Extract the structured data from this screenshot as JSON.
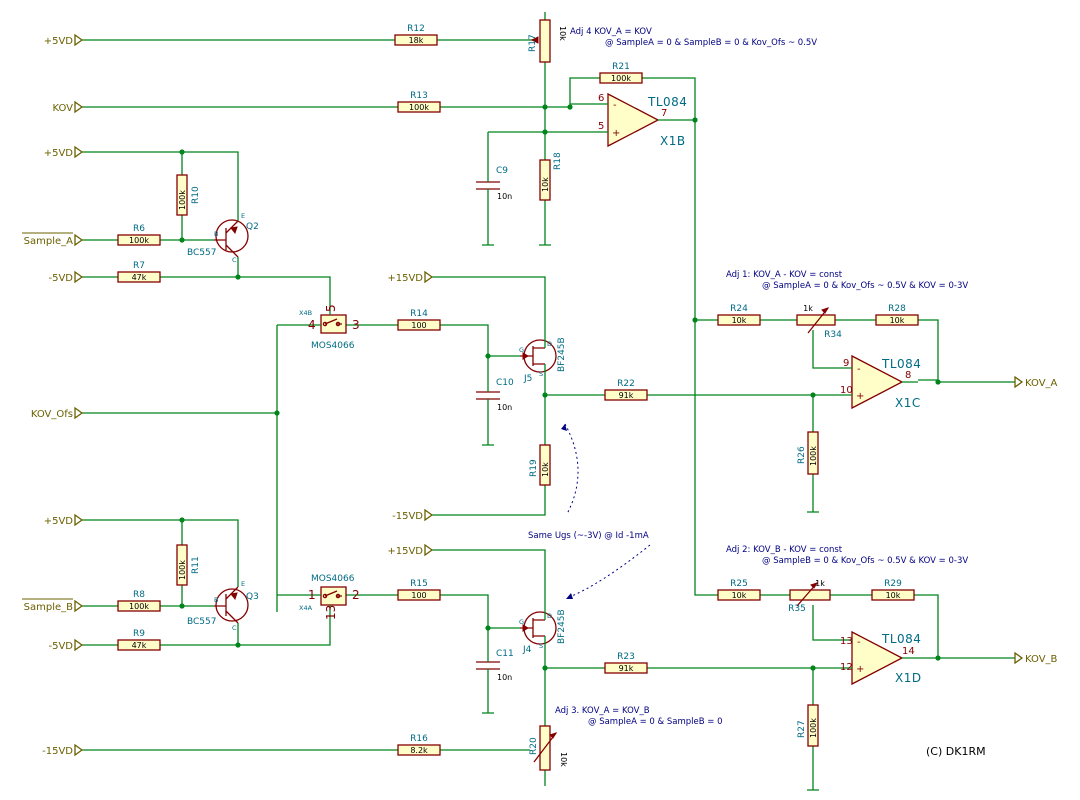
{
  "nets": {
    "p5v_1": "+5VD",
    "kov": "KOV",
    "p5v_2": "+5VD",
    "sample_a": "Sample_A",
    "m5v_1": "-5VD",
    "p15v_1": "+15VD",
    "kov_ofs": "KOV_Ofs",
    "m15v_1": "-15VD",
    "p5v_3": "+5VD",
    "p15v_2": "+15VD",
    "sample_b": "Sample_B",
    "m5v_2": "-5VD",
    "m15v_2": "-15VD",
    "kov_a_out": "KOV_A",
    "kov_b_out": "KOV_B"
  },
  "resistors": {
    "r12": {
      "ref": "R12",
      "value": "18k"
    },
    "r13": {
      "ref": "R13",
      "value": "100k"
    },
    "r21": {
      "ref": "R21",
      "value": "100k"
    },
    "r17": {
      "ref": "R17",
      "value": "10k"
    },
    "r18": {
      "ref": "R18",
      "value": "10k"
    },
    "r10": {
      "ref": "R10",
      "value": "100k"
    },
    "r6": {
      "ref": "R6",
      "value": "100k"
    },
    "r7": {
      "ref": "R7",
      "value": "47k"
    },
    "r14": {
      "ref": "R14",
      "value": "100"
    },
    "r22": {
      "ref": "R22",
      "value": "91k"
    },
    "r19": {
      "ref": "R19",
      "value": "10k"
    },
    "r24": {
      "ref": "R24",
      "value": "10k"
    },
    "r34": {
      "ref": "R34",
      "value": "1k"
    },
    "r28": {
      "ref": "R28",
      "value": "10k"
    },
    "r26": {
      "ref": "R26",
      "value": "100k"
    },
    "r11": {
      "ref": "R11",
      "value": "100k"
    },
    "r8": {
      "ref": "R8",
      "value": "100k"
    },
    "r9": {
      "ref": "R9",
      "value": "47k"
    },
    "r15": {
      "ref": "R15",
      "value": "100"
    },
    "r23": {
      "ref": "R23",
      "value": "91k"
    },
    "r25": {
      "ref": "R25",
      "value": "10k"
    },
    "r35": {
      "ref": "R35",
      "value": "1k"
    },
    "r29": {
      "ref": "R29",
      "value": "10k"
    },
    "r27": {
      "ref": "R27",
      "value": "100k"
    },
    "r16": {
      "ref": "R16",
      "value": "8.2k"
    },
    "r20": {
      "ref": "R20",
      "value": "10k"
    }
  },
  "capacitors": {
    "c9": {
      "ref": "C9",
      "value": "10n"
    },
    "c10": {
      "ref": "C10",
      "value": "10n"
    },
    "c11": {
      "ref": "C11",
      "value": "10n"
    }
  },
  "opamps": {
    "x1b": {
      "ref": "X1B",
      "part": "TL084",
      "pin_minus": "6",
      "pin_plus": "5",
      "pin_out": "7"
    },
    "x1c": {
      "ref": "X1C",
      "part": "TL084",
      "pin_minus": "9",
      "pin_plus": "10",
      "pin_out": "8"
    },
    "x1d": {
      "ref": "X1D",
      "part": "TL084",
      "pin_minus": "13",
      "pin_plus": "12",
      "pin_out": "14"
    }
  },
  "transistors": {
    "q2": {
      "ref": "Q2",
      "part": "BC557",
      "b": "B",
      "c": "C",
      "e": "E"
    },
    "q3": {
      "ref": "Q3",
      "part": "BC557",
      "b": "B",
      "c": "C",
      "e": "E"
    },
    "j5": {
      "ref": "J5",
      "part": "BF245B",
      "g": "G",
      "d": "D",
      "s": "S"
    },
    "j4": {
      "ref": "J4",
      "part": "BF245B",
      "g": "G",
      "d": "D",
      "s": "S"
    }
  },
  "switches": {
    "x4b": {
      "ref": "X4B",
      "part": "MOS4066",
      "p1": "4",
      "p2": "3",
      "ctl": "5"
    },
    "x4a": {
      "ref": "X4A",
      "part": "MOS4066",
      "p1": "1",
      "p2": "2",
      "ctl": "13"
    }
  },
  "notes": {
    "adj4_l1": "Adj 4  KOV_A = KOV",
    "adj4_l2": "@ SampleA = 0  &  SampleB = 0  &  Kov_Ofs ~ 0.5V",
    "adj1_l1": "Adj 1: KOV_A - KOV = const",
    "adj1_l2": "@ SampleA = 0  &  Kov_Ofs ~ 0.5V & KOV = 0-3V",
    "adj2_l1": "Adj 2: KOV_B - KOV = const",
    "adj2_l2": "@ SampleB = 0  &  Kov_Ofs ~ 0.5V & KOV = 0-3V",
    "adj3_l1": "Adj 3. KOV_A = KOV_B",
    "adj3_l2": "@ SampleA = 0  &  SampleB = 0",
    "same_ugs": "Same Ugs (~-3V) @ Id -1mA",
    "copyright": "(C) DK1RM"
  },
  "colors": {
    "wire": "#00841c",
    "component": "#840000",
    "component_fill": "#fffec8",
    "reference": "#006b84",
    "net_label": "#6b6000",
    "note": "#000080"
  }
}
